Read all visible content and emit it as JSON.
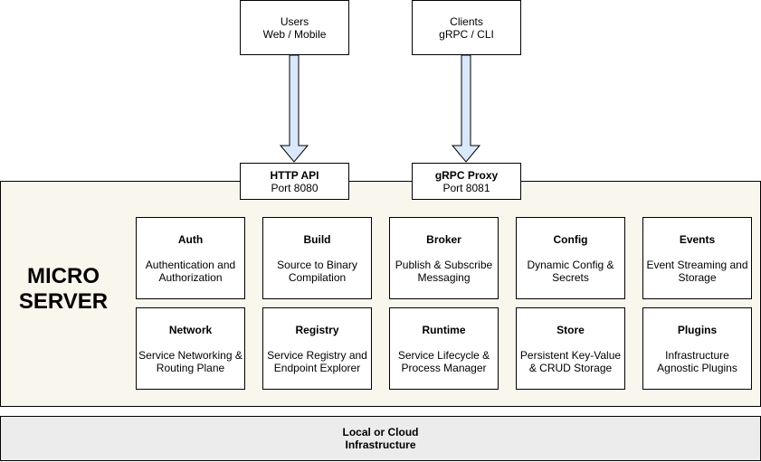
{
  "top": {
    "users": {
      "title": "Users",
      "subtitle": "Web / Mobile"
    },
    "clients": {
      "title": "Clients",
      "subtitle": "gRPC / CLI"
    }
  },
  "entry": {
    "http": {
      "title": "HTTP API",
      "subtitle": "Port 8080"
    },
    "grpc": {
      "title": "gRPC Proxy",
      "subtitle": "Port 8081"
    }
  },
  "server": {
    "label_line1": "MICRO",
    "label_line2": "SERVER",
    "services": [
      {
        "title": "Auth",
        "desc1": "Authentication and",
        "desc2": "Authorization"
      },
      {
        "title": "Build",
        "desc1": "Source to Binary",
        "desc2": "Compilation"
      },
      {
        "title": "Broker",
        "desc1": "Publish & Subscribe",
        "desc2": "Messaging"
      },
      {
        "title": "Config",
        "desc1": "Dynamic Config &",
        "desc2": "Secrets"
      },
      {
        "title": "Events",
        "desc1": "Event Streaming and",
        "desc2": "Storage"
      },
      {
        "title": "Network",
        "desc1": "Service Networking &",
        "desc2": "Routing Plane"
      },
      {
        "title": "Registry",
        "desc1": "Service Registry and",
        "desc2": "Endpoint Explorer"
      },
      {
        "title": "Runtime",
        "desc1": "Service Lifecycle &",
        "desc2": "Process Manager"
      },
      {
        "title": "Store",
        "desc1": "Persistent Key-Value",
        "desc2": "& CRUD Storage"
      },
      {
        "title": "Plugins",
        "desc1": "Infrastructure",
        "desc2": "Agnostic Plugins"
      }
    ]
  },
  "infra": {
    "line1": "Local or Cloud",
    "line2": "Infrastructure"
  },
  "colors": {
    "arrow_fill": "#dae8fc",
    "panel_bg": "#f9f7ed",
    "infra_bg": "#ececec"
  }
}
